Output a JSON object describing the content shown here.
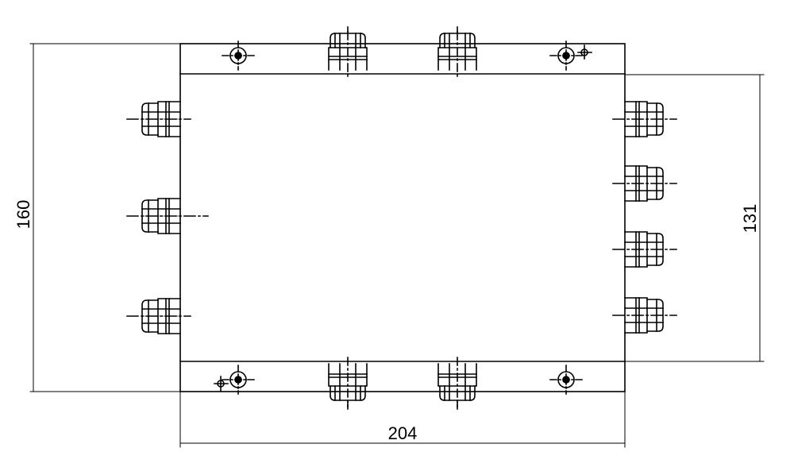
{
  "dimensions": {
    "height_left": "160",
    "height_right": "131",
    "width_bottom": "204"
  },
  "colors": {
    "line": "#000000",
    "background": "#ffffff"
  }
}
